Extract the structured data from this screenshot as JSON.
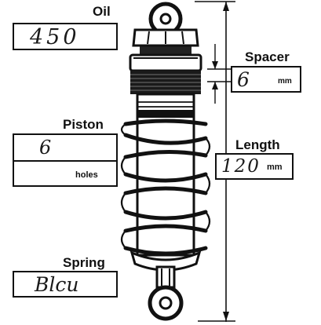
{
  "labels": {
    "oil": "Oil",
    "piston": "Piston",
    "spring": "Spring",
    "spacer": "Spacer",
    "length": "Length"
  },
  "values": {
    "oil": "450",
    "piston": "6",
    "spring": "Blcu",
    "spacer": "6",
    "length": "120"
  },
  "units": {
    "piston": "holes",
    "spacer": "mm",
    "length": "mm"
  }
}
